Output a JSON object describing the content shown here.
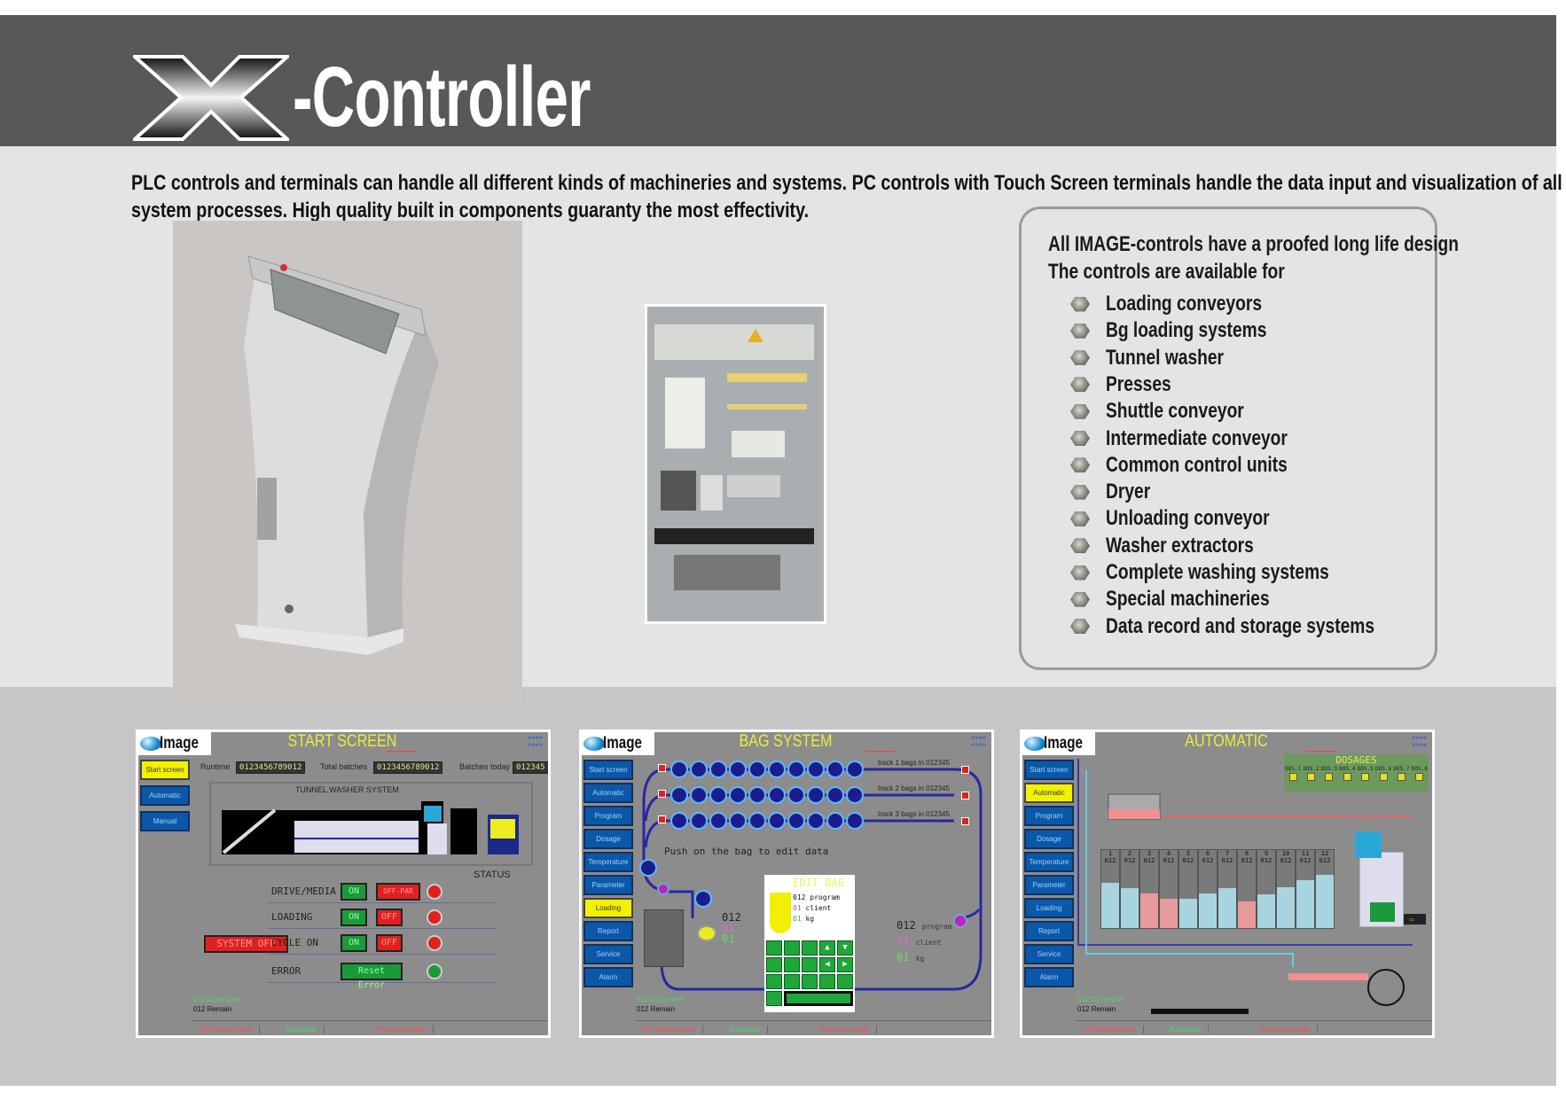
{
  "header": {
    "logo_letter": "X",
    "title": "-Controller"
  },
  "intro": {
    "line1": "PLC controls and terminals can handle all different kinds of machineries and  systems. PC controls with Touch Screen terminals handle the data input and visualization of all the",
    "line2": "system processes. High quality built in components guaranty the most effectivity."
  },
  "box": {
    "heading1": "All IMAGE-controls have a proofed long life design",
    "heading2": "The controls are available for",
    "items": [
      "Loading conveyors",
      "Bg loading systems",
      "Tunnel washer",
      "Presses",
      "Shuttle conveyor",
      "Intermediate conveyor",
      "Common control units",
      "Dryer",
      "Unloading conveyor",
      "Washer extractors",
      "Complete washing systems",
      "Special machineries",
      "Data record and storage systems"
    ]
  },
  "screens": {
    "logo": "Image",
    "footer": {
      "cycle": "012  Cycle time",
      "remain": "012  Remain",
      "remain_time": "012  Remain time",
      "mode": "Automatic",
      "press": "Press not ready"
    },
    "start": {
      "title": "START SCREEN",
      "sidebar": [
        "Start screen",
        "Automatic",
        "Manual"
      ],
      "active": 0,
      "runtime_label": "Runtime",
      "runtime": "0123456789012",
      "total_label": "Total batches",
      "total": "0123456789012",
      "today_label": "Batches today",
      "today": "012345",
      "panel_title": "TUNNEL WASHER SYSTEM",
      "status_label": "STATUS",
      "system_off": "SYSTEM OFF",
      "rows": [
        {
          "label": "DRIVE/MEDIA",
          "on": "ON",
          "off": "OFF-PAR",
          "led": "#e02020"
        },
        {
          "label": "LOADING",
          "on": "ON",
          "off": "OFF",
          "led": "#e02020"
        },
        {
          "label": "CYCLE ON",
          "on": "ON",
          "off": "OFF",
          "led": "#e02020"
        },
        {
          "label": "ERROR",
          "btn": "Reset Error",
          "led": "#1a9a3a"
        }
      ]
    },
    "bag": {
      "title": "BAG SYSTEM",
      "sidebar": [
        "Start screen",
        "Automatic",
        "Program",
        "Dosage",
        "Temperature",
        "Parameter",
        "Loading",
        "Report",
        "Service",
        "Alarm"
      ],
      "active": 6,
      "tracks": [
        "track 1 bags in 012345",
        "track 2 bags in 012345",
        "track 3 bags in 012345"
      ],
      "bags_per_track": 10,
      "hint": "Push on the bag to edit data",
      "edit_title": "EDIT BAG",
      "program": "012",
      "program_label": "program",
      "client": "01",
      "client_label": "client",
      "kg": "01",
      "kg_label": "kg"
    },
    "auto": {
      "title": "AUTOMATIC",
      "sidebar": [
        "Start screen",
        "Automatic",
        "Program",
        "Dosage",
        "Temperature",
        "Parameter",
        "Loading",
        "Report",
        "Service",
        "Alarm"
      ],
      "active": 1,
      "dosages_title": "DOSAGES",
      "dosages": [
        "DOS.1",
        "DOS.2",
        "DOS.3",
        "DOS.4",
        "DOS.5",
        "DOS.6",
        "DOS.7",
        "DOS.8"
      ],
      "compartments": [
        "1",
        "2",
        "3",
        "4",
        "5",
        "6",
        "7",
        "8",
        "9",
        "10",
        "11",
        "12"
      ],
      "comp_value": "012"
    }
  }
}
